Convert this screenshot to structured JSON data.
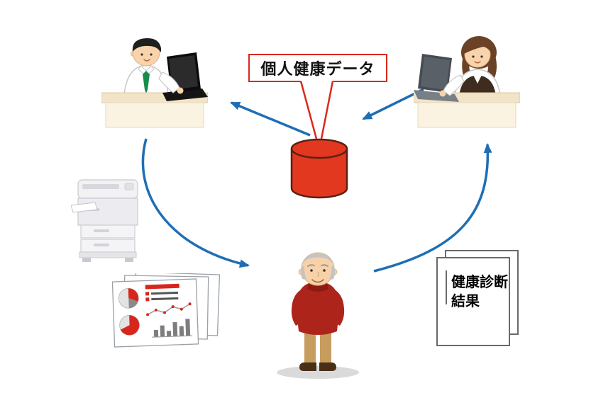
{
  "diagram": {
    "callout": {
      "label": "個人健康データ"
    },
    "health_report": {
      "label_lines": [
        "健康診断",
        "結果"
      ]
    }
  },
  "colors": {
    "accent_red": "#da291c",
    "arrow_blue": "#1e6eb5",
    "cylinder_fill": "#e2381f",
    "cylinder_outline": "#5c2012",
    "sweater_red": "#ad241b",
    "tie_green": "#188c4a",
    "background": "#ffffff"
  },
  "figures": {
    "center_top": "red-database-cylinder",
    "top_left": "man-working-on-laptop-at-desk",
    "top_right": "woman-working-on-laptop-at-desk",
    "left": "printer-copier",
    "bottom_left": "report-pages-with-charts",
    "center": "elderly-man",
    "right": "health-checkup-report-pages"
  }
}
